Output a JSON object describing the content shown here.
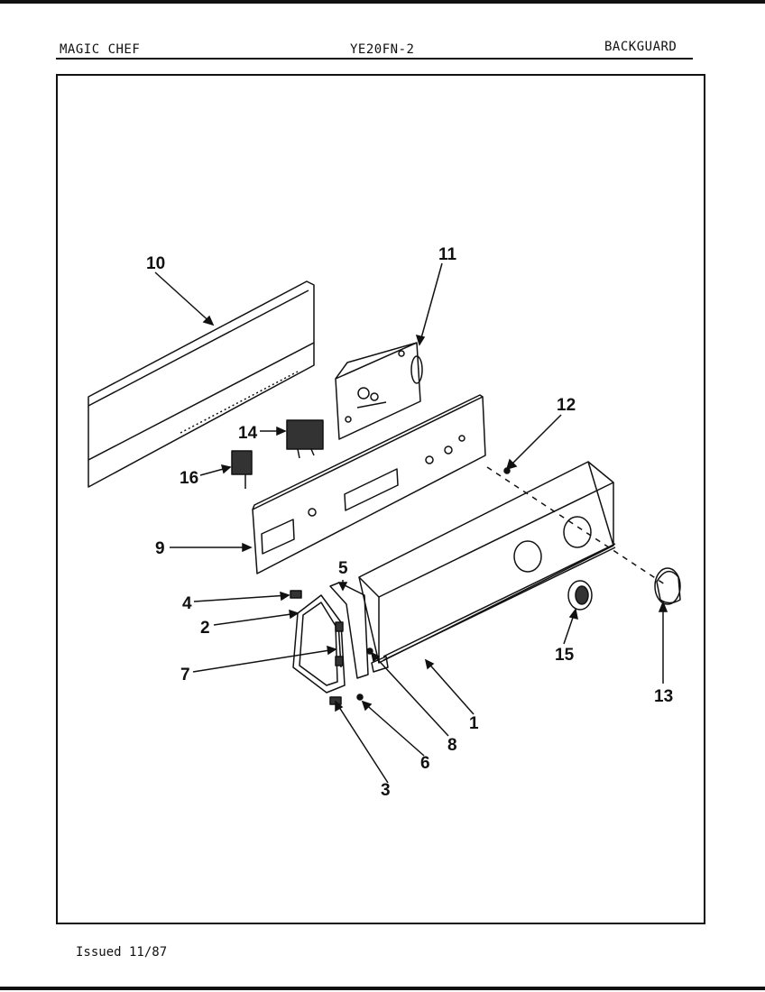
{
  "header": {
    "brand": "MAGIC CHEF",
    "model": "YE20FN-2",
    "section": "BACKGUARD"
  },
  "footer": {
    "issued": "Issued 11/87"
  },
  "callouts": {
    "c1": "1",
    "c2": "2",
    "c3": "3",
    "c4": "4",
    "c5": "5",
    "c6": "6",
    "c7": "7",
    "c8": "8",
    "c9": "9",
    "c10": "10",
    "c11": "11",
    "c12": "12",
    "c13": "13",
    "c14": "14",
    "c15": "15",
    "c16": "16"
  }
}
